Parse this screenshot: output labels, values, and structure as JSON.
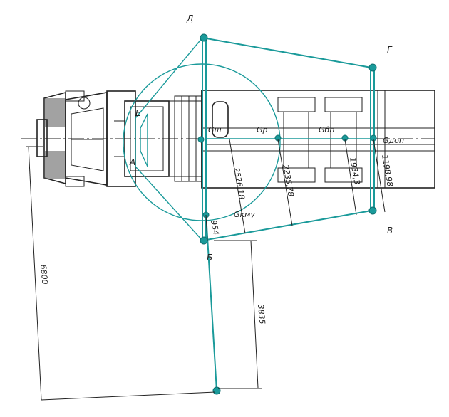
{
  "points": {
    "D": "Д",
    "G": "Г",
    "V": "В",
    "B": "Б",
    "E": "Е",
    "A": "А"
  },
  "forces": {
    "gsh": "Gш",
    "gr": "Gр",
    "gbp": "Gбп",
    "gdop": "Gдоп",
    "gkmu": "Gкму"
  },
  "dimensions": {
    "d2576": "2576,18",
    "d2235": "2235,78",
    "d1934": "1934,3",
    "d1198": "1198,98",
    "d954": "954",
    "d3835": "3835",
    "d6800": "6800"
  },
  "colors": {
    "polygon": "#1a9a9a",
    "ink": "#222222"
  }
}
